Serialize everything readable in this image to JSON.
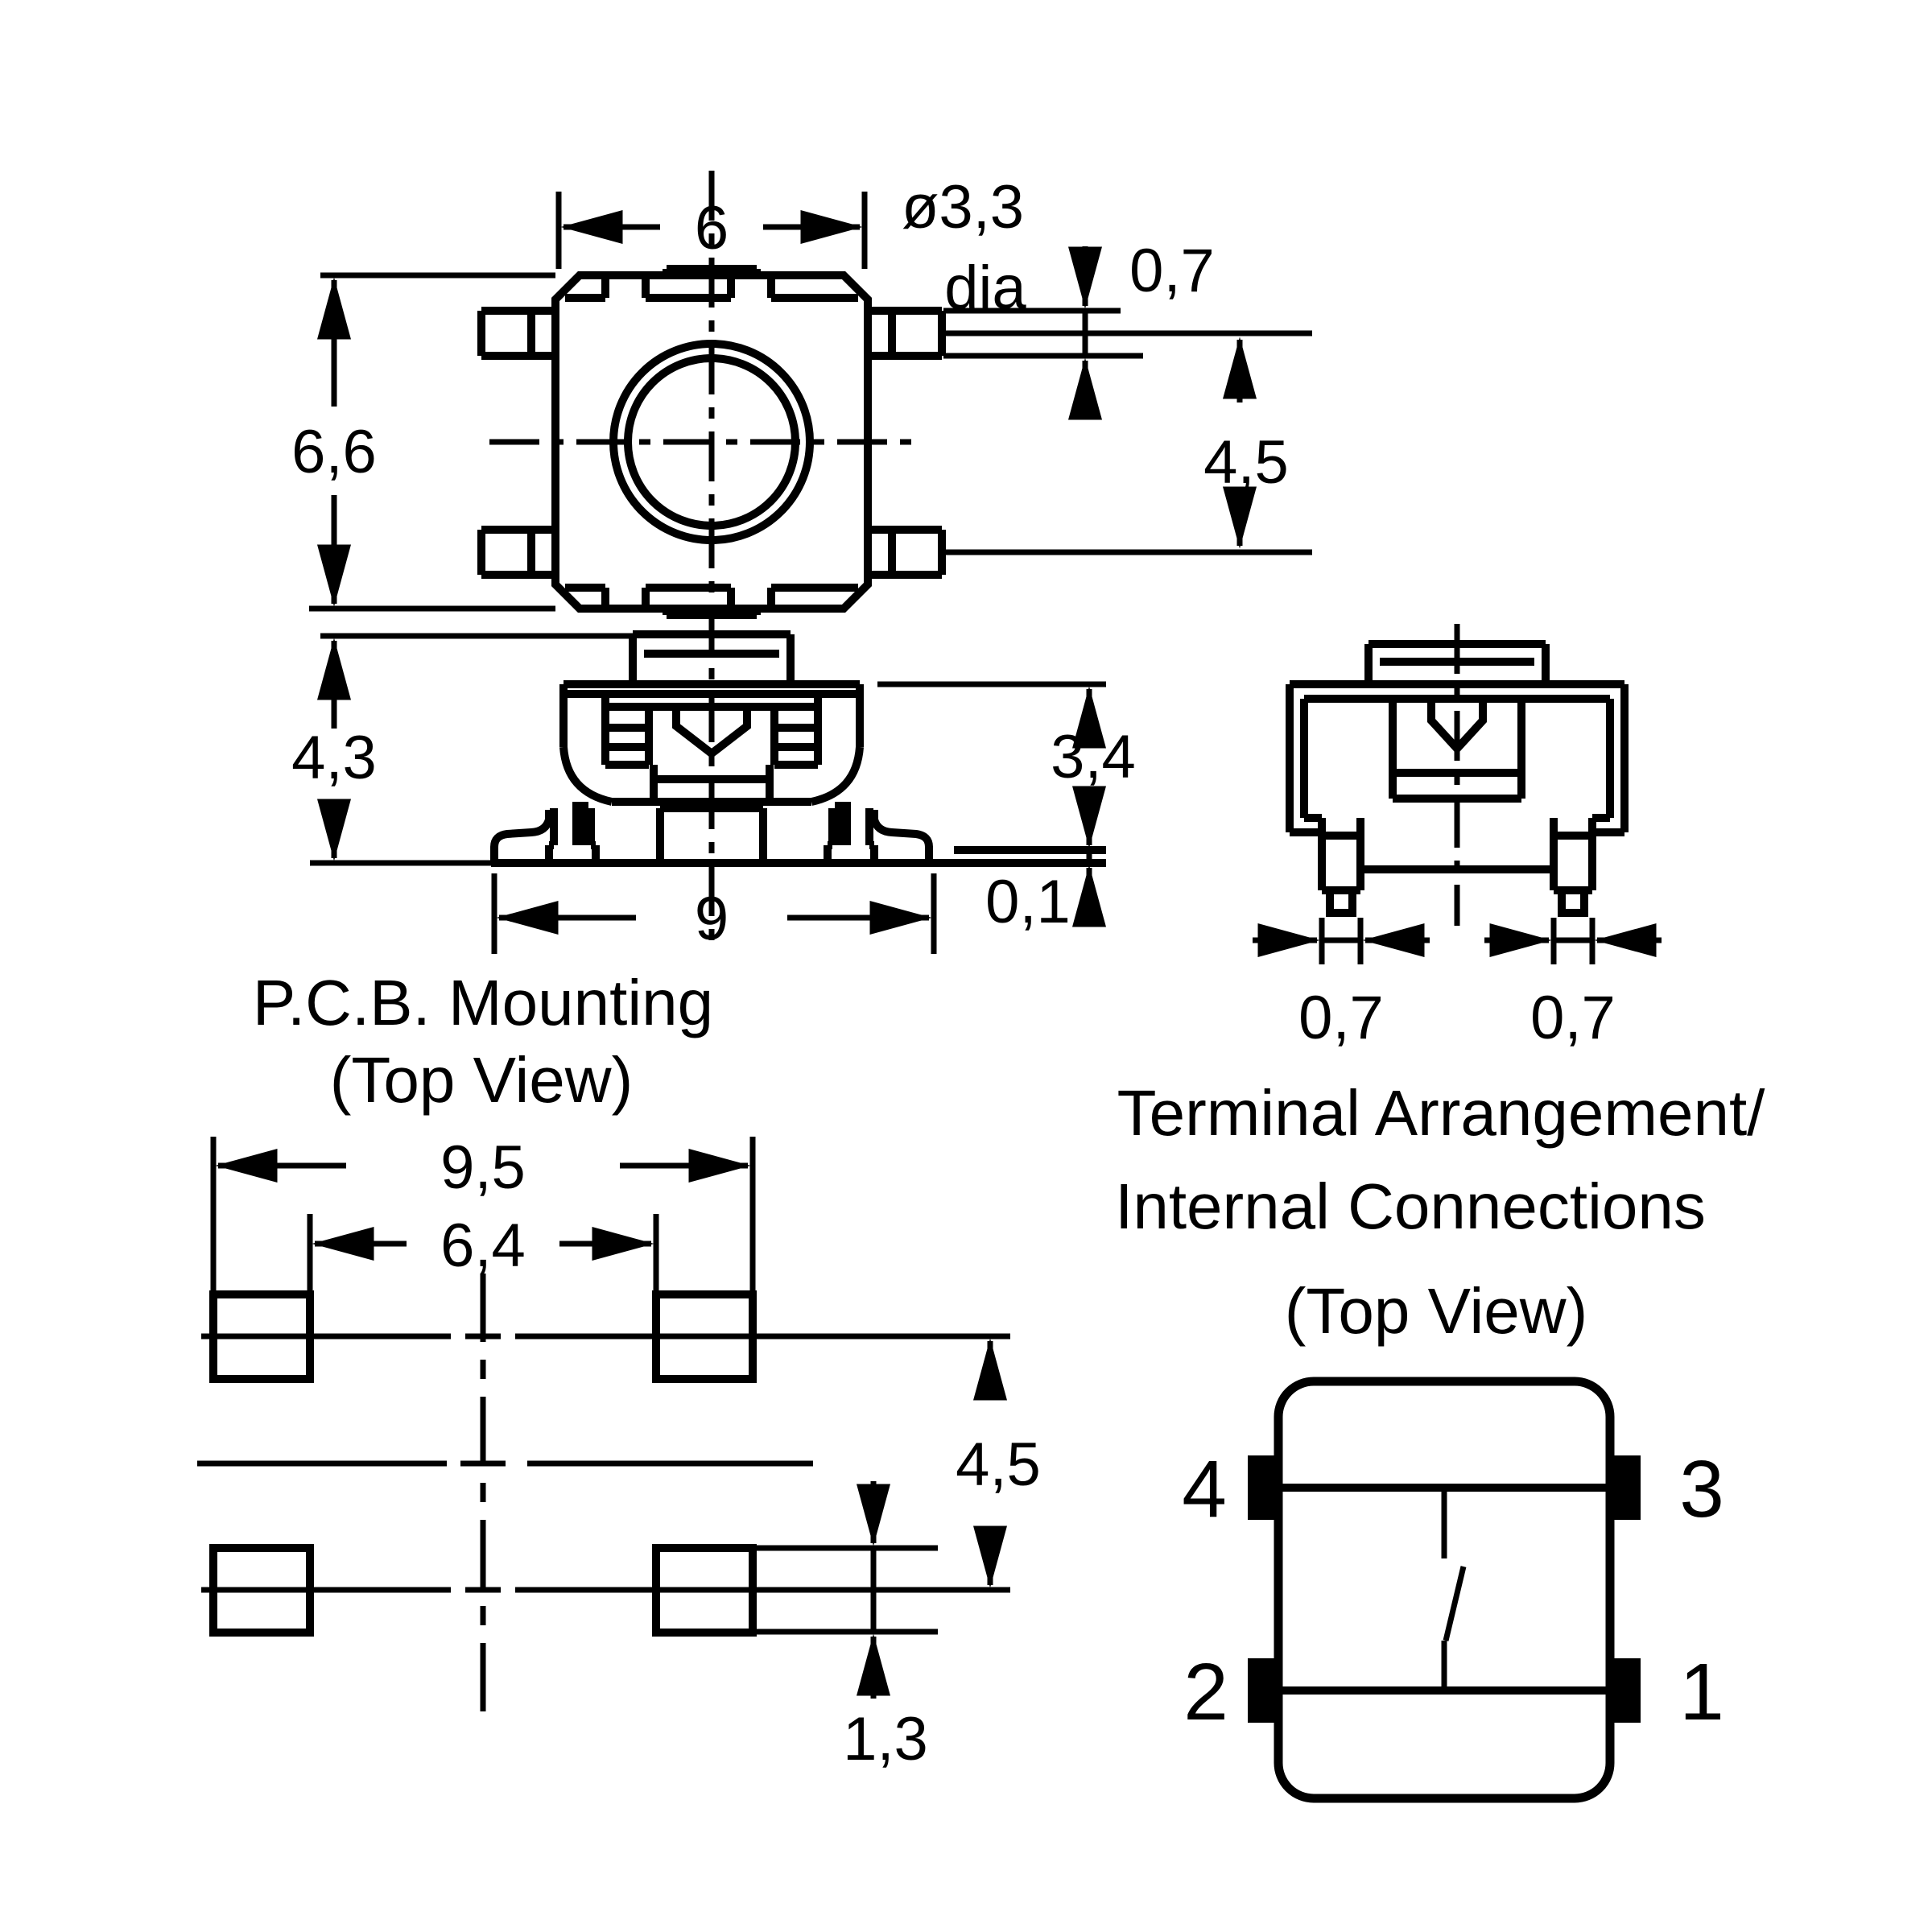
{
  "drawing": {
    "background": "#ffffff",
    "line_color": "#000000",
    "top_view": {
      "dim_width": "6",
      "dim_height": "6,6",
      "hole_diameter": "ø3,3",
      "hole_diameter_suffix": "dia",
      "lead_thickness": "0,7",
      "lead_row_spacing": "4,5"
    },
    "front_view": {
      "dim_total_height": "4,3",
      "dim_base_width": "9",
      "dim_body_height": "3,4",
      "dim_terminal_standoff": "0,1"
    },
    "side_view": {
      "dim_left_leg_width": "0,7",
      "dim_right_leg_width": "0,7"
    },
    "pcb_mounting": {
      "title": "P.C.B. Mounting",
      "subtitle": "(Top View)",
      "dim_pad_outer_span": "9,5",
      "dim_pad_inner_span": "6,4",
      "dim_row_spacing": "4,5",
      "dim_pad_height": "1,3"
    },
    "terminal_arrangement": {
      "title_line1": "Terminal Arrangement/",
      "title_line2": "Internal Connections",
      "title_line3": "(Top View)",
      "pin_top_left": "4",
      "pin_top_right": "3",
      "pin_bottom_left": "2",
      "pin_bottom_right": "1"
    }
  }
}
